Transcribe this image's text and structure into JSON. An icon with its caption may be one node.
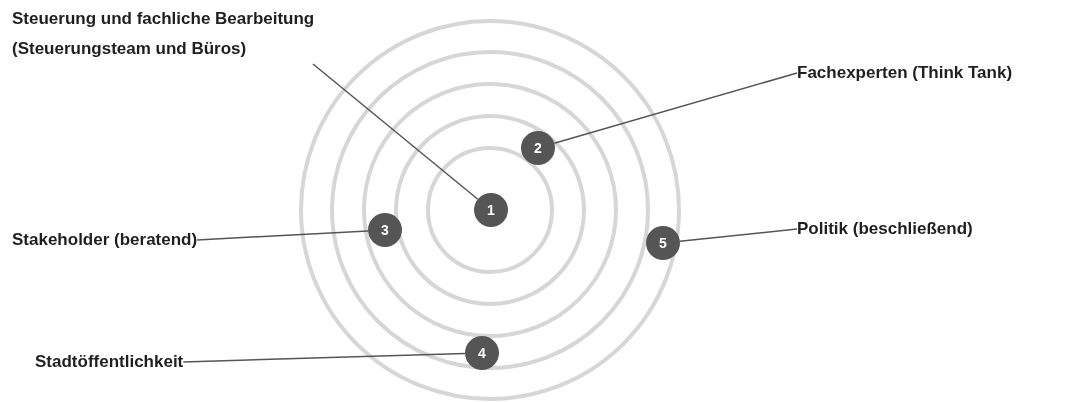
{
  "diagram": {
    "nodes": [
      {
        "text": [
          "Steuerung und fachliche Bearbeitung (Steuerungsteam und Büros)"
        ]
      },
      {
        "text": [
          "Fachexperten (Think Tank)"
        ]
      },
      {
        "text": [
          "Stakeholder (beratend)"
        ]
      },
      {
        "text": [
          "Politik (beschließend)"
        ]
      },
      {
        "text": [
          "Stadtöffentlichkeit"
        ]
      },
      {
        "text": [
          "1"
        ]
      },
      {
        "text": [
          "2"
        ]
      },
      {
        "text": [
          "3"
        ]
      },
      {
        "text": [
          "4"
        ]
      },
      {
        "text": [
          "5"
        ]
      }
    ],
    "edges": [
      {
        "from": 0,
        "to": 5,
        "arrow": "none"
      },
      {
        "from": 1,
        "to": 6,
        "arrow": "none"
      },
      {
        "from": 2,
        "to": 7,
        "arrow": "none"
      },
      {
        "from": 3,
        "to": 9,
        "arrow": "none"
      },
      {
        "from": 4,
        "to": 8,
        "arrow": "none"
      }
    ]
  }
}
